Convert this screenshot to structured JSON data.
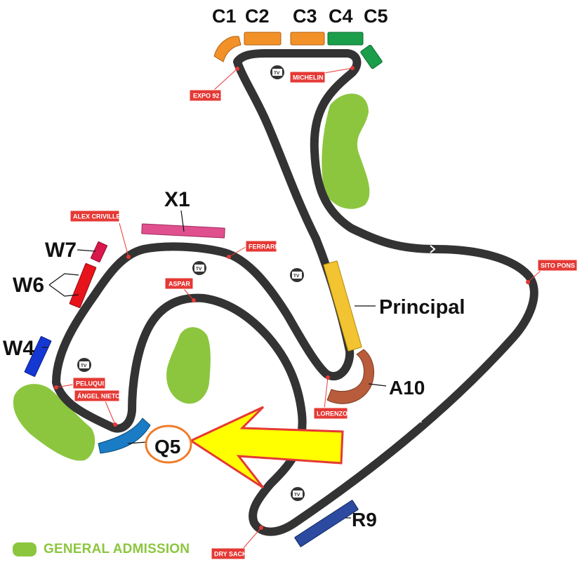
{
  "colors": {
    "track": "#333333",
    "general_admission": "#8cc63f",
    "corner_badge": "#e53935",
    "arrow_fill": "#ffff00",
    "arrow_stroke": "#e53935",
    "q5_ring": "#f07c2a"
  },
  "stands": {
    "C1": "C1",
    "C2": "C2",
    "C3": "C3",
    "C4": "C4",
    "C5": "C5",
    "X1": "X1",
    "W7": "W7",
    "W6": "W6",
    "W4": "W4",
    "Principal": "Principal",
    "A10": "A10",
    "Q5": "Q5",
    "R9": "R9"
  },
  "corners": {
    "expo92": "EXPO 92",
    "michelin": "MICHELIN",
    "alex_criville": "ALEX CRIVILLE",
    "ferrari": "FERRARI",
    "aspar": "ASPAR",
    "sito_pons": "SITO PONS",
    "peluqui": "PELUQUI",
    "angel_nieto": "ÁNGEL NIETO",
    "lorenzo": "LORENZO",
    "dry_sack": "DRY SACK"
  },
  "tv_label": "TV",
  "legend": {
    "label": "GENERAL ADMISSION",
    "color": "#8cc63f"
  },
  "highlighted_stand": "Q5"
}
